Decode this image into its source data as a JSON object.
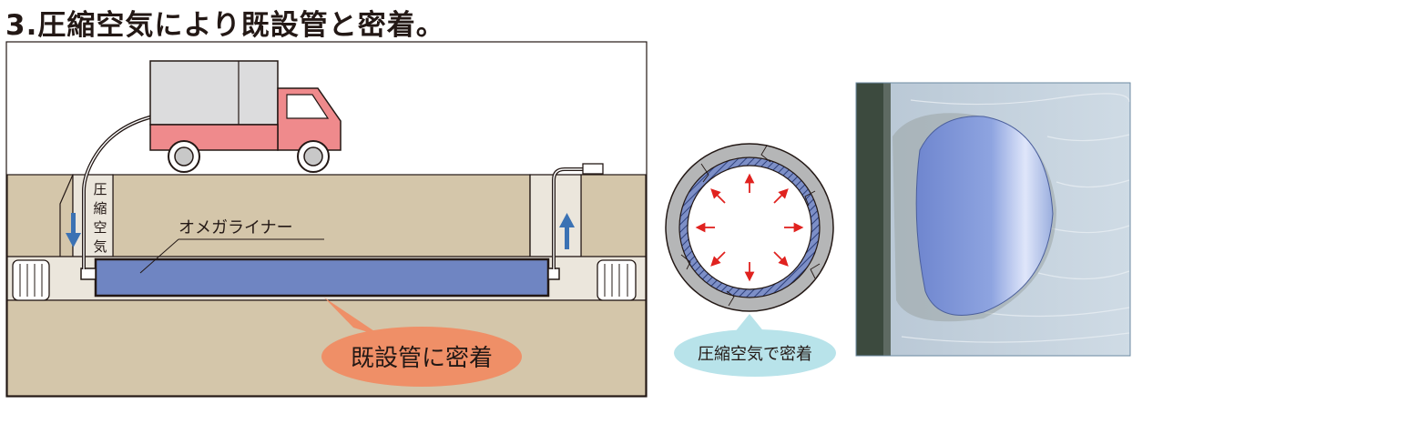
{
  "title": "3.圧縮空気により既設管と密着。",
  "diagram": {
    "vertical_label": [
      "圧",
      "縮",
      "空",
      "気"
    ],
    "liner_label": "オメガライナー",
    "bubble_main": "既設管に密着",
    "bubble_cross_section": "圧縮空気で密着"
  },
  "colors": {
    "soil": "#d4c6aa",
    "liner": "#6f85c2",
    "truck_cab": "#ef8a8c",
    "bubble_main": "#ef8f67",
    "bubble_small": "#b8e3ea",
    "arrow_blue": "#3b72b4",
    "arrow_red": "#e0221f"
  }
}
